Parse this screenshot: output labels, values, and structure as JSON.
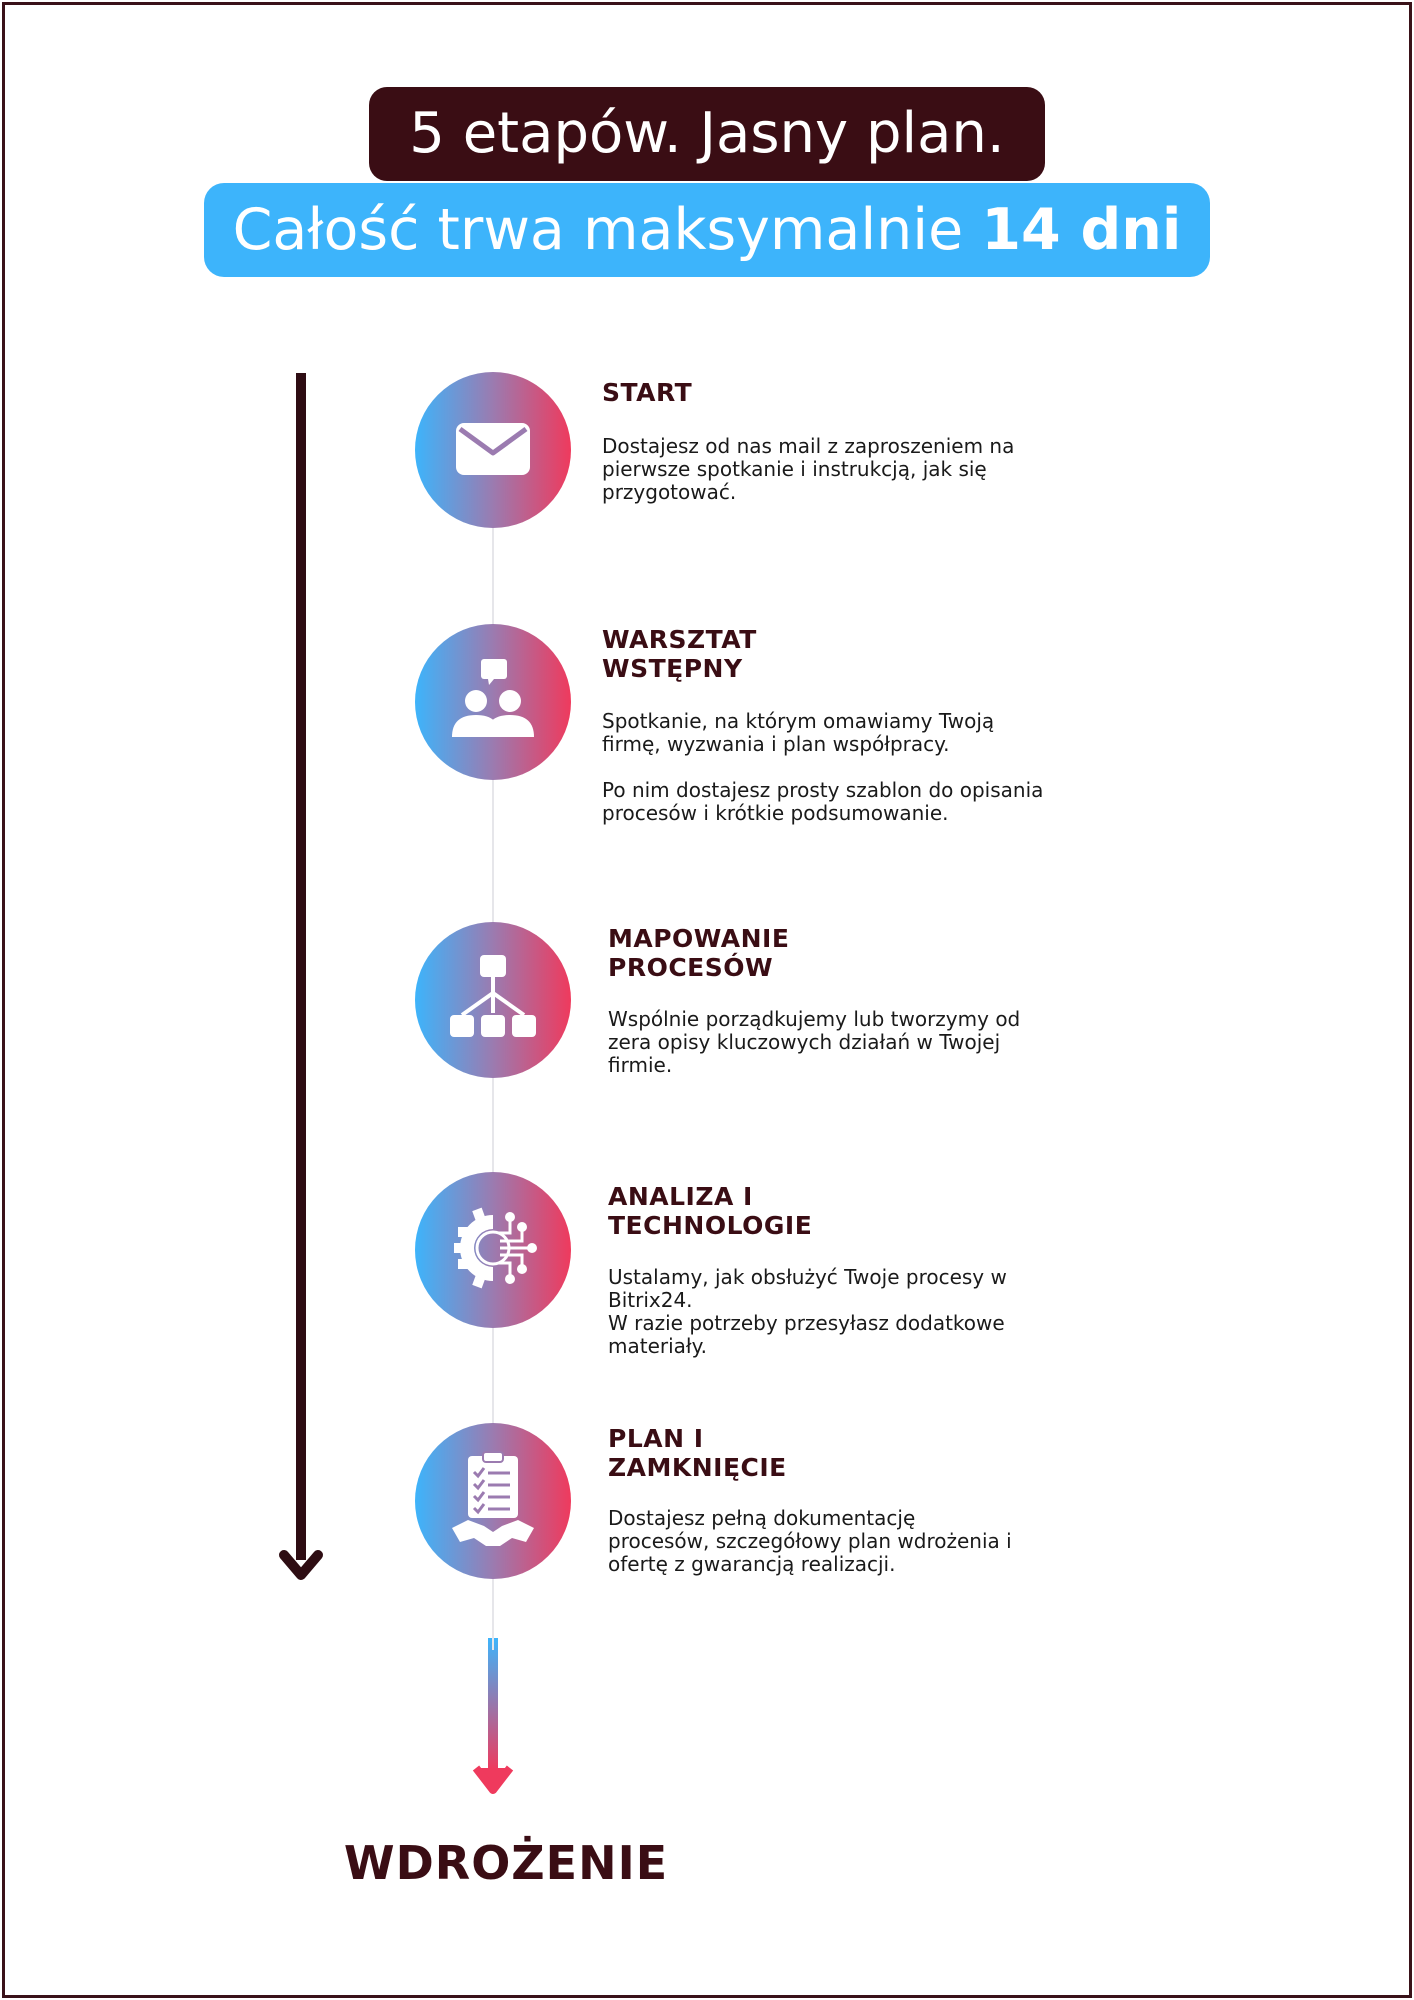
{
  "header": {
    "title": "5 etapów. Jasny plan.",
    "subtitle_prefix": "Całość trwa maksymalnie",
    "subtitle_highlight": "14 dni"
  },
  "colors": {
    "dark": "#3a0d14",
    "accent_blue": "#3db4fb",
    "accent_red": "#ef3a5d"
  },
  "steps": [
    {
      "icon": "envelope-icon",
      "title_lines": [
        "START"
      ],
      "paragraphs": [
        [
          "Dostajesz od nas mail z zaproszeniem na",
          "pierwsze spotkanie i instrukcją, jak się",
          "przygotować."
        ]
      ]
    },
    {
      "icon": "meeting-icon",
      "title_lines": [
        "WARSZTAT",
        "WSTĘPNY"
      ],
      "paragraphs": [
        [
          "Spotkanie, na którym omawiamy Twoją",
          "firmę, wyzwania i plan współpracy."
        ],
        [
          "Po nim dostajesz prosty szablon do opisania",
          "procesów i krótkie podsumowanie."
        ]
      ]
    },
    {
      "icon": "hierarchy-icon",
      "title_lines": [
        "MAPOWANIE",
        "PROCESÓW"
      ],
      "paragraphs": [
        [
          "Wspólnie porządkujemy lub tworzymy od",
          "zera opisy kluczowych działań w Twojej",
          "firmie."
        ]
      ]
    },
    {
      "icon": "gear-circuit-icon",
      "title_lines": [
        "ANALIZA I",
        "TECHNOLOGIE"
      ],
      "paragraphs": [
        [
          "Ustalamy, jak obsłużyć Twoje procesy w",
          "Bitrix24.",
          "W razie potrzeby przesyłasz dodatkowe",
          "materiały."
        ]
      ]
    },
    {
      "icon": "checklist-handshake-icon",
      "title_lines": [
        "PLAN I",
        "ZAMKNIĘCIE"
      ],
      "paragraphs": [
        [
          "Dostajesz pełną dokumentację",
          "procesów, szczegółowy plan wdrożenia i",
          "ofertę z gwarancją realizacji."
        ]
      ]
    }
  ],
  "final_label": "WDROŻENIE"
}
